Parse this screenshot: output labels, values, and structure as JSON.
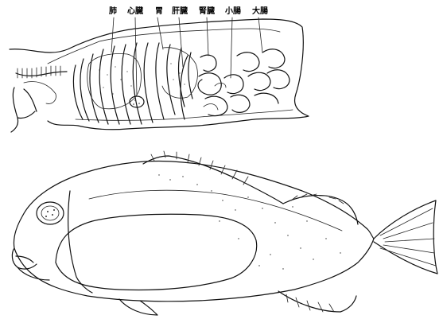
{
  "labels": {
    "lung": "肺",
    "heart": "心臓",
    "stomach": "胃",
    "liver": "肝臓",
    "kidney": "腎臓",
    "small_intestine": "小腸",
    "large_intestine": "大腸"
  }
}
